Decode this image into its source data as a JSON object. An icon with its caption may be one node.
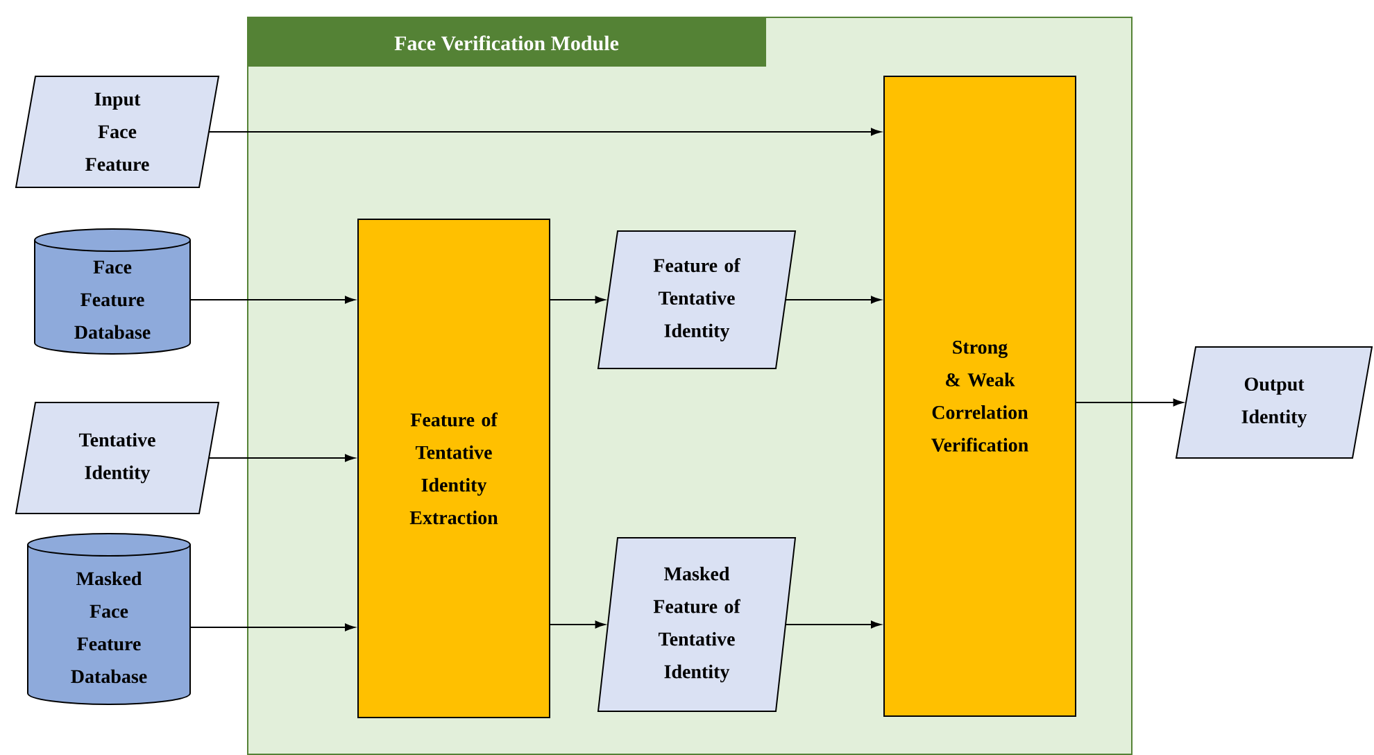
{
  "diagram": {
    "nodes": [
      {
        "text": [
          "Face Verification Module"
        ]
      },
      {
        "text": [
          "Input Face Feature"
        ]
      },
      {
        "text": [
          "Face Feature Database"
        ]
      },
      {
        "text": [
          "Tentative Identity"
        ]
      },
      {
        "text": [
          "Masked Face Feature Database"
        ]
      },
      {
        "text": [
          "Feature of Tentative Identity Extraction"
        ],
        "in": 0
      },
      {
        "text": [
          "Feature of Tentative Identity"
        ],
        "in": 0
      },
      {
        "text": [
          "Masked Feature of Tentative Identity"
        ],
        "in": 0
      },
      {
        "text": [
          "Strong & Weak Correlation Verification"
        ],
        "in": 0
      },
      {
        "text": [
          "Output Identity"
        ]
      }
    ],
    "edges": [
      {
        "from": 1,
        "to": 8,
        "arrow": "to"
      },
      {
        "from": 2,
        "to": 5,
        "arrow": "to"
      },
      {
        "from": 3,
        "to": 5,
        "arrow": "to"
      },
      {
        "from": 4,
        "to": 5,
        "arrow": "to"
      },
      {
        "from": 5,
        "to": 6,
        "arrow": "to"
      },
      {
        "from": 5,
        "to": 7,
        "arrow": "to"
      },
      {
        "from": 6,
        "to": 8,
        "arrow": "to"
      },
      {
        "from": 7,
        "to": 8,
        "arrow": "to"
      },
      {
        "from": 8,
        "to": 9,
        "arrow": "to"
      }
    ]
  }
}
